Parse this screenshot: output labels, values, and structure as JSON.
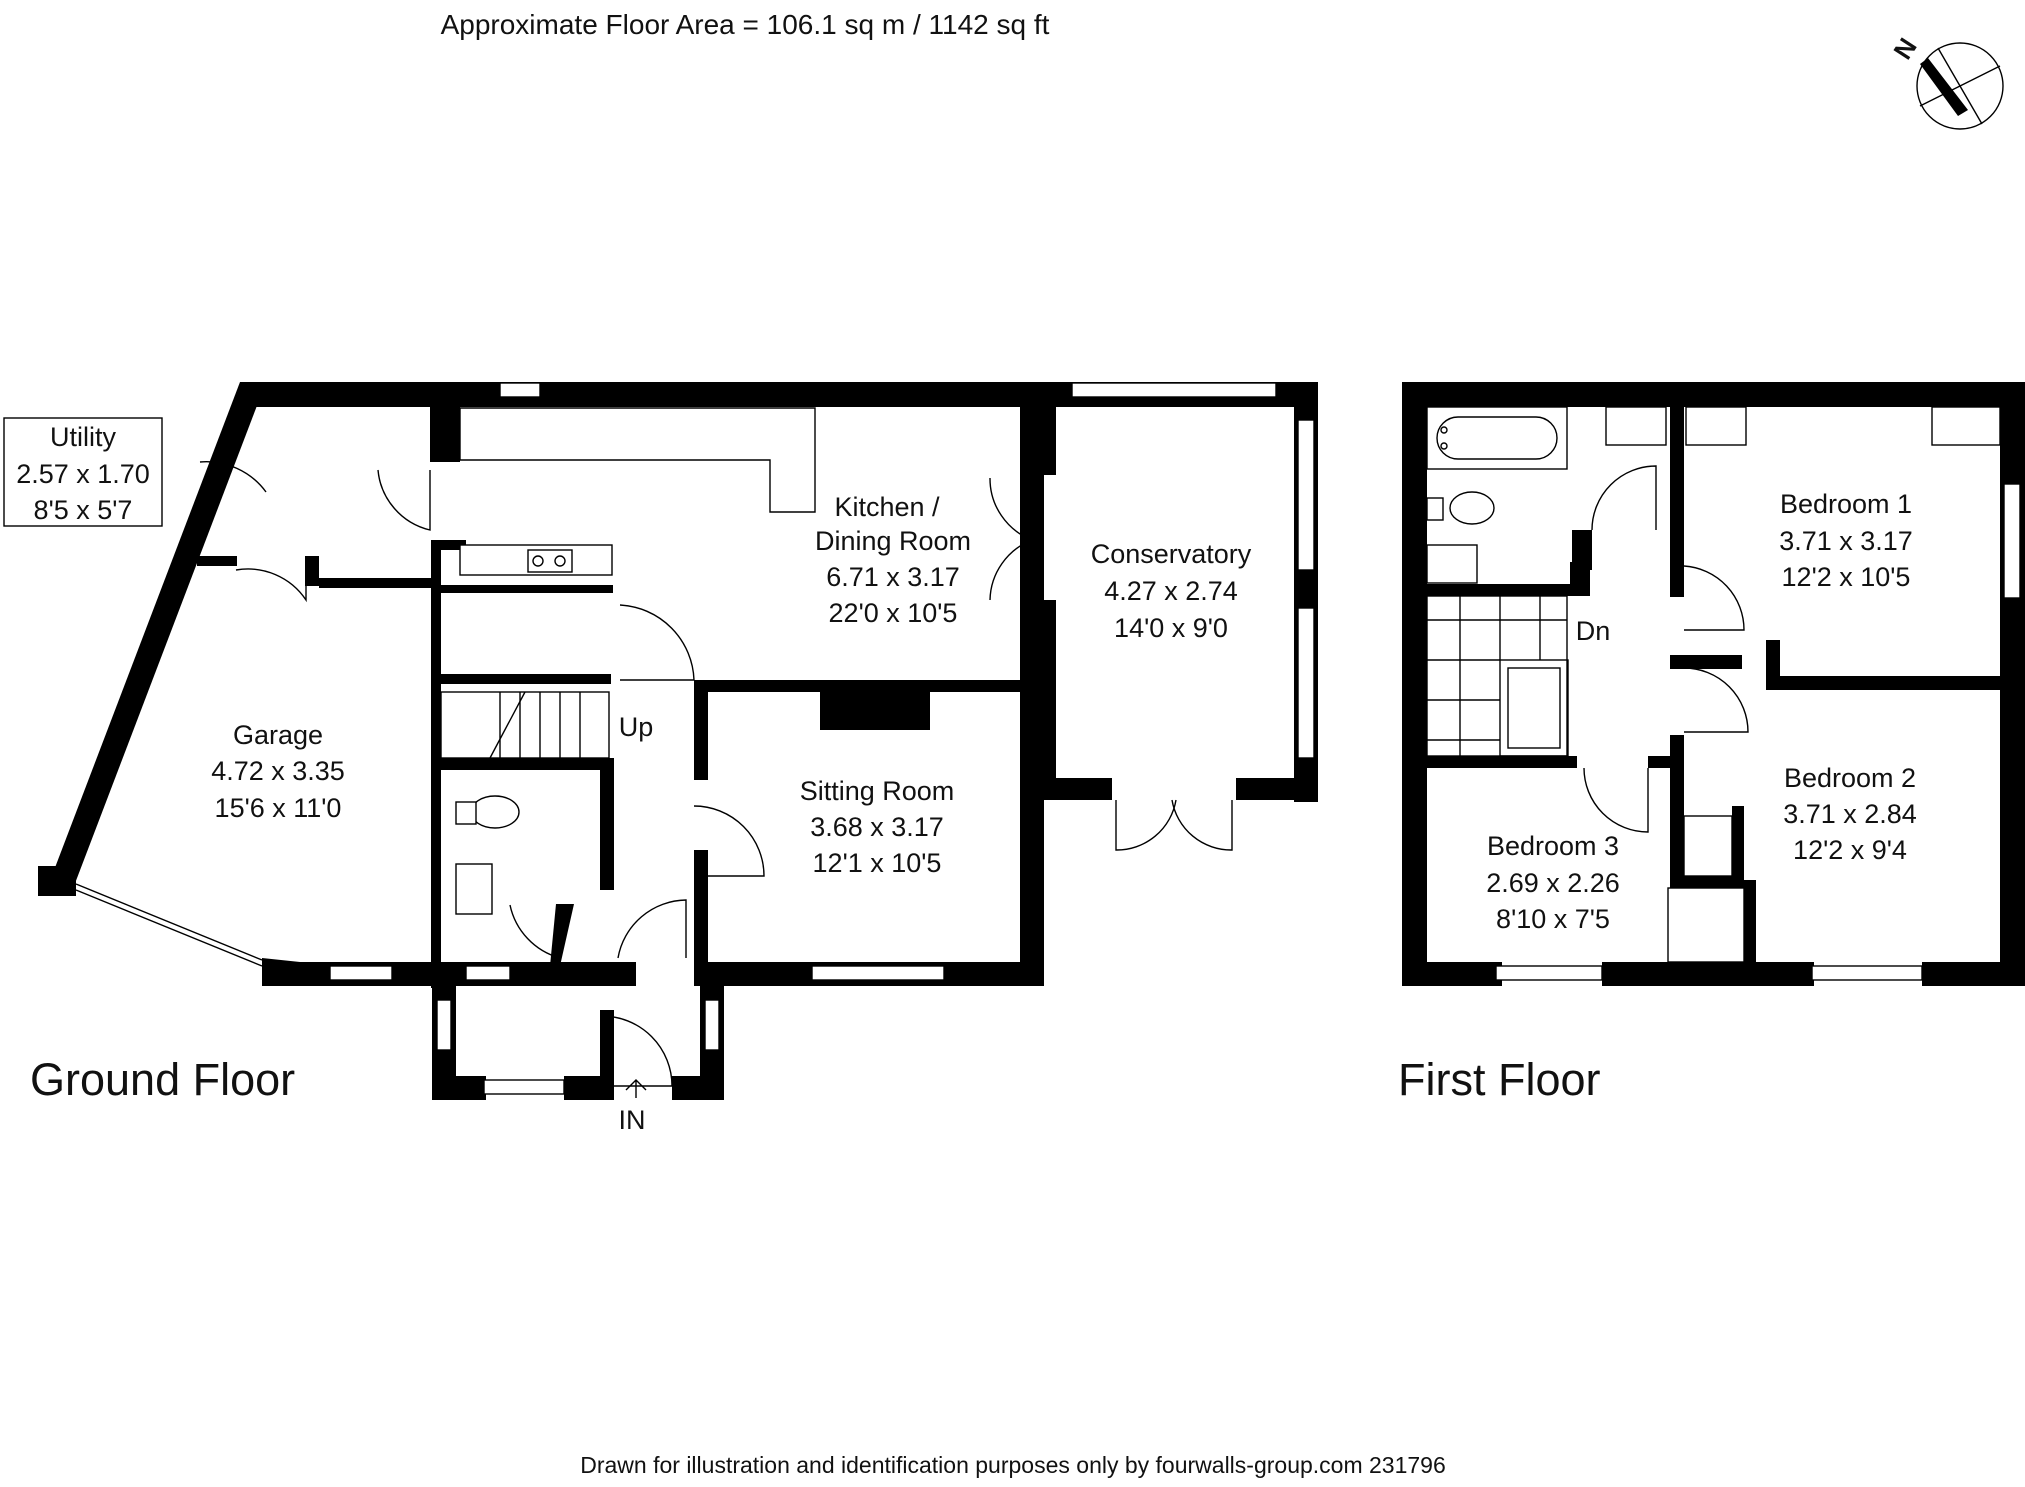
{
  "title": "Approximate Floor Area = 106.1 sq m / 1142 sq ft",
  "footer": "Drawn for illustration and identification purposes only by fourwalls-group.com 231796",
  "compass": {
    "label": "N"
  },
  "ground_floor": {
    "label": "Ground Floor",
    "entrance_label": "IN",
    "stairs_label": "Up",
    "rooms": [
      {
        "name": "Utility",
        "metric": "2.57 x 1.70",
        "imperial": "8'5 x 5'7"
      },
      {
        "name": "Garage",
        "metric": "4.72 x 3.35",
        "imperial": "15'6 x 11'0"
      },
      {
        "name_line1": "Kitchen /",
        "name_line2": "Dining Room",
        "metric": "6.71 x 3.17",
        "imperial": "22'0 x 10'5"
      },
      {
        "name": "Conservatory",
        "metric": "4.27 x 2.74",
        "imperial": "14'0 x 9'0"
      },
      {
        "name": "Sitting Room",
        "metric": "3.68 x 3.17",
        "imperial": "12'1 x 10'5"
      }
    ]
  },
  "first_floor": {
    "label": "First Floor",
    "stairs_label": "Dn",
    "rooms": [
      {
        "name": "Bedroom 1",
        "metric": "3.71 x 3.17",
        "imperial": "12'2 x 10'5"
      },
      {
        "name": "Bedroom 2",
        "metric": "3.71 x 2.84",
        "imperial": "12'2 x 9'4"
      },
      {
        "name": "Bedroom 3",
        "metric": "2.69 x 2.26",
        "imperial": "8'10 x 7'5"
      }
    ]
  }
}
